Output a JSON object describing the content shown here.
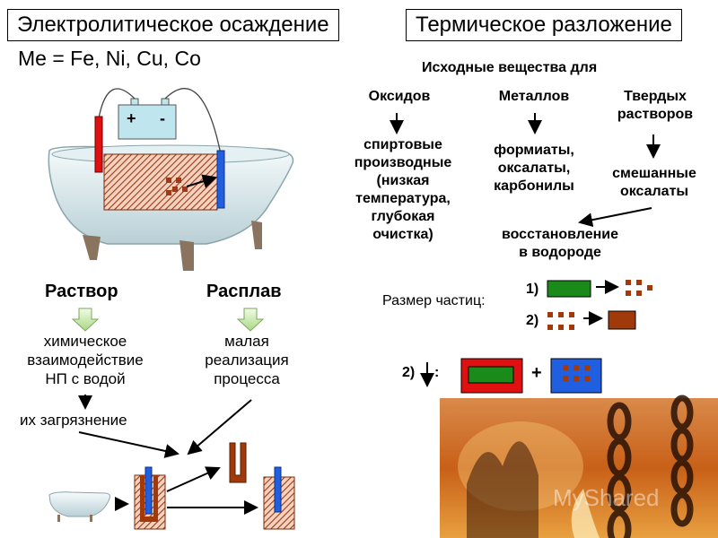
{
  "left": {
    "title": "Электролитическое осаждение",
    "formula": "Me = Fe, Ni, Cu, Co",
    "battery": {
      "plus": "+",
      "minus": "-"
    },
    "solution": {
      "heading": "Раствор",
      "text": [
        "химическое",
        "взаимодействие",
        "НП с водой"
      ],
      "result": "их загрязнение"
    },
    "melt": {
      "heading": "Расплав",
      "text": [
        "малая",
        "реализация",
        "процесса"
      ]
    }
  },
  "right": {
    "title": "Термическое разложение",
    "subtitle": "Исходные вещества для",
    "columns": [
      {
        "heading": [
          "Оксидов"
        ],
        "text": [
          "спиртовые",
          "производные",
          "(низкая",
          "температура,",
          "глубокая",
          "очистка)"
        ]
      },
      {
        "heading": [
          "Металлов"
        ],
        "text": [
          "формиаты,",
          "оксалаты,",
          "карбонилы"
        ]
      },
      {
        "heading": [
          "Твердых",
          "растворов"
        ],
        "text": [
          "смешанные",
          "оксалаты"
        ]
      }
    ],
    "reduction": [
      "восстановление",
      "в водороде"
    ],
    "particle_size_label": "Размер частиц:",
    "row1_label": "1)",
    "row2_label": "2)",
    "row3_label": "2)",
    "colon": ":",
    "plus": "+",
    "photo_watermark": "MyShared"
  },
  "colors": {
    "green": "#1a8a1a",
    "brown": "#a03a0a",
    "red": "#e01010",
    "blue": "#2060e0",
    "hatch": "#9c3a1a",
    "battery": "#bfe6ee"
  }
}
